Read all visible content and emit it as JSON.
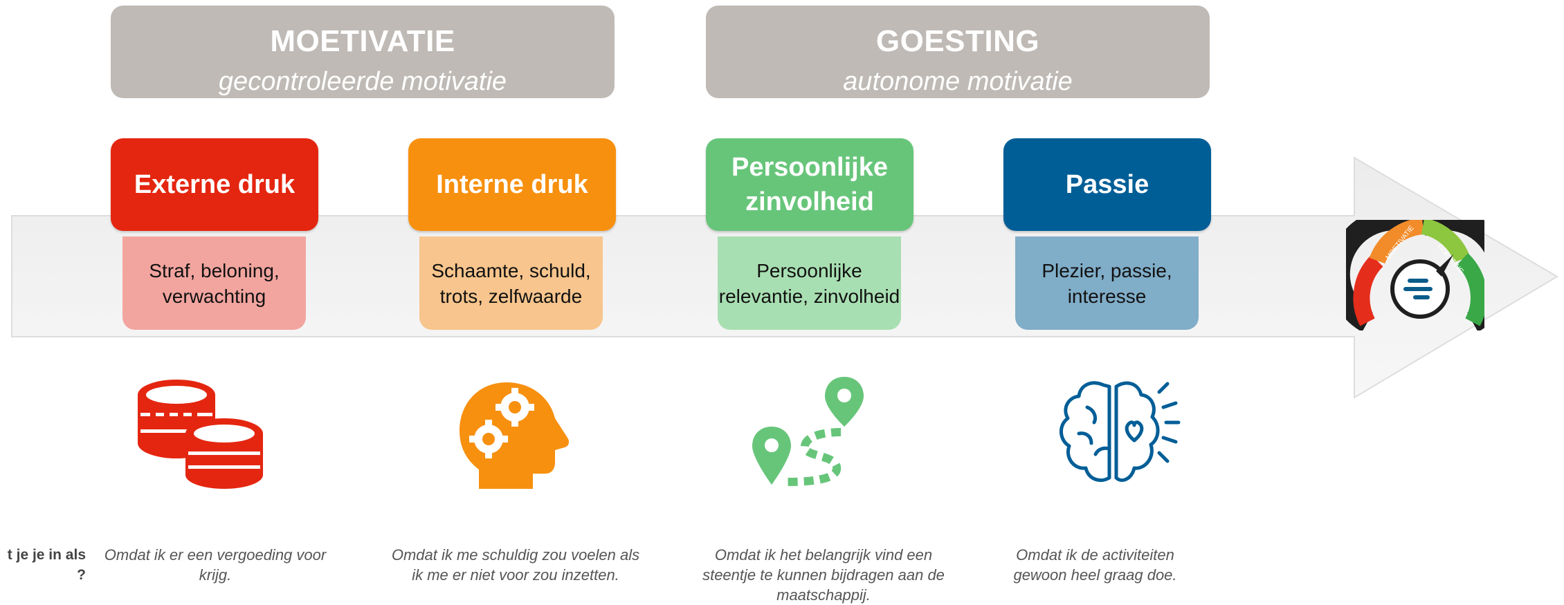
{
  "groups": [
    {
      "title": "MOETIVATIE",
      "subtitle": "gecontroleerde motivatie"
    },
    {
      "title": "GOESTING",
      "subtitle": "autonome motivatie"
    }
  ],
  "categories": [
    {
      "title": "Externe druk",
      "description": "Straf, beloning, verwachting",
      "quote": "Omdat ik er een vergoeding voor krijg.",
      "icon": "coins-icon",
      "head_color": "#e42610",
      "desc_color": "#f2a59f"
    },
    {
      "title": "Interne druk",
      "description": "Schaamte, schuld, trots, zelfwaarde",
      "quote": "Omdat ik me schuldig zou voelen als ik me er niet voor zou inzetten.",
      "icon": "head-gears-icon",
      "head_color": "#f7900f",
      "desc_color": "#f7c58d"
    },
    {
      "title": "Persoonlijke zinvolheid",
      "description": "Persoonlijke relevantie, zinvolheid",
      "quote": "Omdat ik het belangrijk vind een steentje te kunnen bijdragen aan de maatschappij.",
      "icon": "route-pins-icon",
      "head_color": "#67c57a",
      "desc_color": "#a8dfb2"
    },
    {
      "title": "Passie",
      "description": "Plezier, passie, interesse",
      "quote": "Omdat ik de activiteiten gewoon heel graag doe.",
      "icon": "brain-heart-icon",
      "head_color": "#005e97",
      "desc_color": "#80adc8"
    }
  ],
  "gauge": {
    "icon": "gauge-icon",
    "left_label": "MOETIVATIE",
    "right_label": "GOESTING"
  },
  "left_partial_text": [
    "t je je in als",
    "?"
  ]
}
